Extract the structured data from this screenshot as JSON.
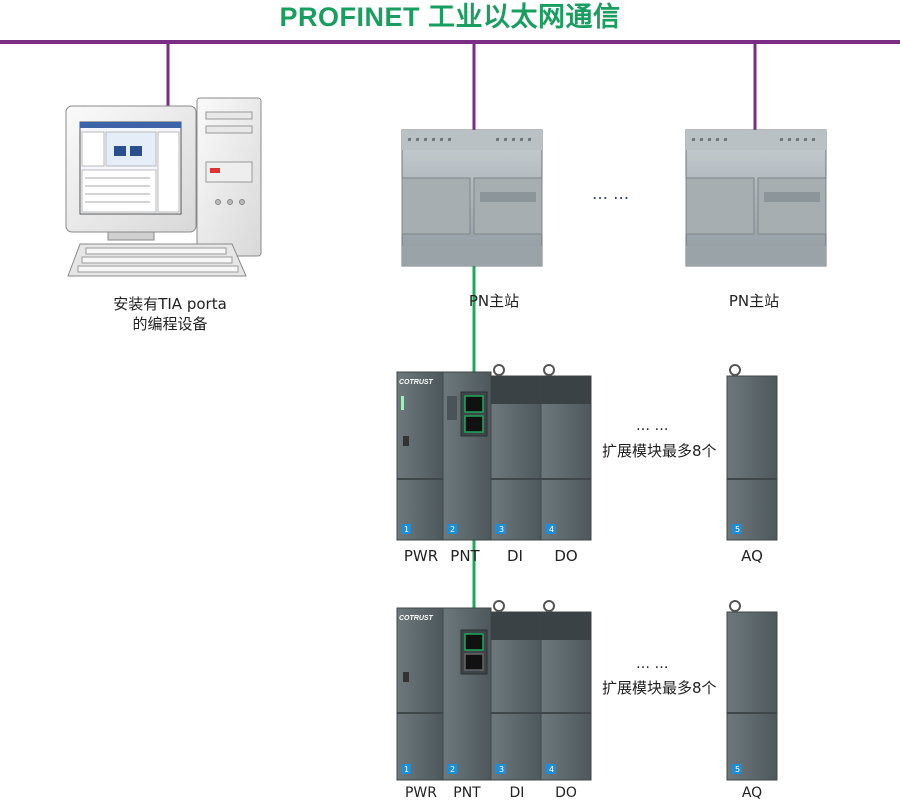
{
  "title": "PROFINET 工业以太网通信",
  "pc_label": [
    "安装有TIA porta",
    "的编程设备"
  ],
  "plc_label": "PN主站",
  "ellipsis": "…  …",
  "expansion_note": "扩展模块最多8个",
  "brand": "COTRUST",
  "modules": [
    "PWR",
    "PNT",
    "DI",
    "DO",
    "AQ"
  ],
  "slot_numbers": [
    "1",
    "2",
    "3",
    "4",
    "5"
  ],
  "colors": {
    "bus": "#7b2c83",
    "ethernet": "#1fa85a",
    "title": "#1a9e60",
    "module_body": "#5f6b70",
    "plc_body": "#9aa4aa",
    "slot_badge": "#1e8fd6"
  }
}
